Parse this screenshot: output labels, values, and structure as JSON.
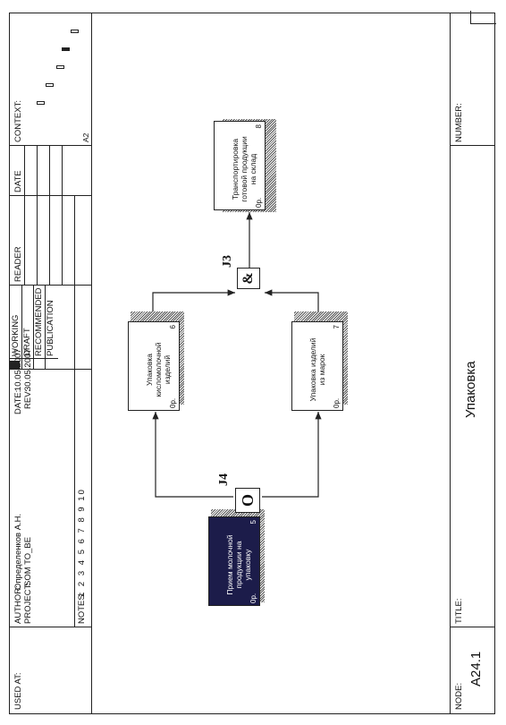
{
  "header": {
    "used_at_label": "USED AT:",
    "author_label": "AUTHOR:",
    "author_value": "Определенков А.Н.",
    "project_label": "PROJECT:",
    "project_value": "SOM TO_BE",
    "notes_label": "NOTES:",
    "notes_values": "1 2 3 4 5 6 7 8 9 10",
    "date_label": "DATE:",
    "date_value": "10.05.2007",
    "rev_label": "REV:",
    "rev_value": "30.05.2007",
    "status_items": [
      "WORKING",
      "DRAFT",
      "RECOMMENDED",
      "PUBLICATION"
    ],
    "reader_label": "READER",
    "date_col_label": "DATE",
    "context_label": "CONTEXT:",
    "context_node": "A2"
  },
  "footer": {
    "node_label": "NODE:",
    "node_value": "A24.1",
    "title_label": "TITLE:",
    "title_value": "Упаковка",
    "number_label": "NUMBER:"
  },
  "diagram": {
    "boxes": [
      {
        "id": "receive",
        "label": "Прием молочной продукции на упаковку",
        "number": "5",
        "op": "0р."
      },
      {
        "id": "pack_sour",
        "label": "Упаковка кисломолочной изделий",
        "number": "6",
        "op": "0р."
      },
      {
        "id": "pack_mark",
        "label": "Упаковка изделий из марок",
        "number": "7",
        "op": "0р."
      },
      {
        "id": "transport",
        "label": "Транспортировка готовой продукции на склад",
        "number": "8",
        "op": "0р."
      }
    ],
    "junctions": [
      {
        "id": "J4",
        "symbol": "O",
        "name": "J4"
      },
      {
        "id": "J3",
        "symbol": "&",
        "name": "J3"
      }
    ]
  }
}
